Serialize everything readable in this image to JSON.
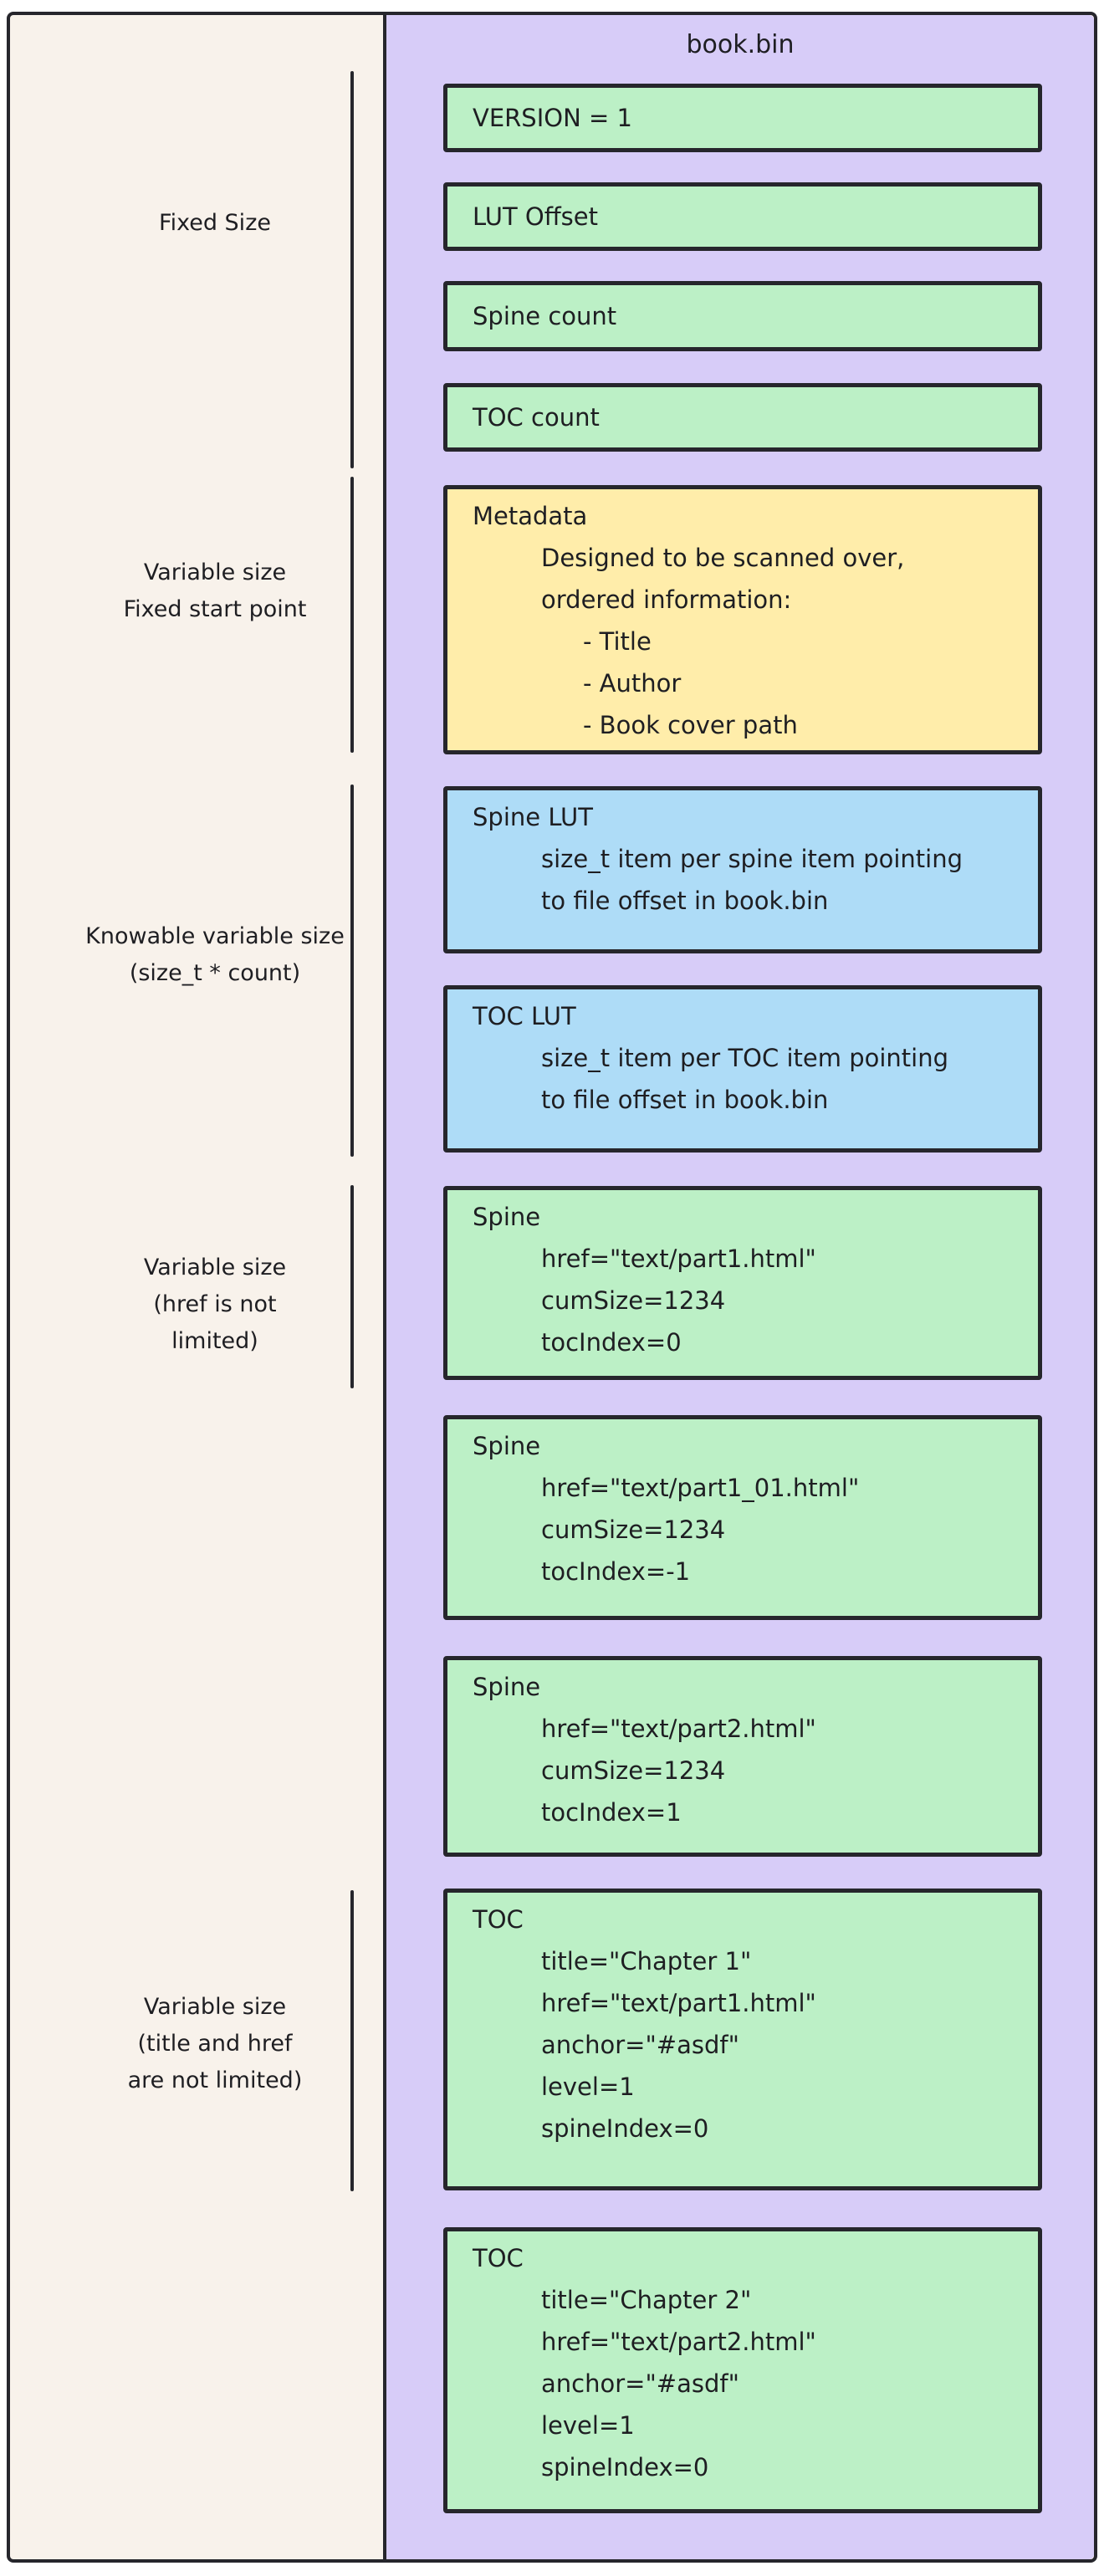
{
  "title": "book.bin",
  "colors": {
    "stroke": "#26262c",
    "text": "#1e1e22",
    "left_panel_bg": "#f8f2eb",
    "right_panel_bg": "#d7ccf8",
    "green": "#bcf0c6",
    "yellow": "#ffedaa",
    "blue": "#aedcf7"
  },
  "left_labels": [
    {
      "id": "fixed-size",
      "lines": [
        "Fixed Size"
      ]
    },
    {
      "id": "var-fixed-start",
      "lines": [
        "Variable size",
        "Fixed start point"
      ]
    },
    {
      "id": "knowable",
      "lines": [
        "Knowable variable size",
        "(size_t * count)"
      ]
    },
    {
      "id": "var-href",
      "lines": [
        "Variable size",
        "(href is not",
        "limited)"
      ]
    },
    {
      "id": "var-title-href",
      "lines": [
        "Variable size",
        "(title and href",
        "are not limited)"
      ]
    }
  ],
  "boxes": [
    {
      "id": "version",
      "color": "green",
      "lines": [
        [
          "VERSION = 1",
          0
        ]
      ]
    },
    {
      "id": "lut-offset",
      "color": "green",
      "lines": [
        [
          "LUT Offset",
          0
        ]
      ]
    },
    {
      "id": "spine-count",
      "color": "green",
      "lines": [
        [
          "Spine count",
          0
        ]
      ]
    },
    {
      "id": "toc-count",
      "color": "green",
      "lines": [
        [
          "TOC count",
          0
        ]
      ]
    },
    {
      "id": "metadata",
      "color": "yellow",
      "lines": [
        [
          "Metadata",
          0
        ],
        [
          "Designed to be scanned over,",
          1
        ],
        [
          "ordered information:",
          1
        ],
        [
          "- Title",
          2
        ],
        [
          "- Author",
          2
        ],
        [
          "- Book cover path",
          2
        ]
      ]
    },
    {
      "id": "spine-lut",
      "color": "blue",
      "lines": [
        [
          "Spine LUT",
          0
        ],
        [
          "size_t item per spine item pointing",
          1
        ],
        [
          "to file offset in book.bin",
          1
        ]
      ]
    },
    {
      "id": "toc-lut",
      "color": "blue",
      "lines": [
        [
          "TOC LUT",
          0
        ],
        [
          "size_t item per TOC item pointing",
          1
        ],
        [
          "to file offset in book.bin",
          1
        ]
      ]
    },
    {
      "id": "spine-1",
      "color": "green",
      "lines": [
        [
          "Spine",
          0
        ],
        [
          "href=\"text/part1.html\"",
          1
        ],
        [
          "cumSize=1234",
          1
        ],
        [
          "tocIndex=0",
          1
        ]
      ]
    },
    {
      "id": "spine-2",
      "color": "green",
      "lines": [
        [
          "Spine",
          0
        ],
        [
          "href=\"text/part1_01.html\"",
          1
        ],
        [
          "cumSize=1234",
          1
        ],
        [
          "tocIndex=-1",
          1
        ]
      ]
    },
    {
      "id": "spine-3",
      "color": "green",
      "lines": [
        [
          "Spine",
          0
        ],
        [
          "href=\"text/part2.html\"",
          1
        ],
        [
          "cumSize=1234",
          1
        ],
        [
          "tocIndex=1",
          1
        ]
      ]
    },
    {
      "id": "toc-1",
      "color": "green",
      "lines": [
        [
          "TOC",
          0
        ],
        [
          "title=\"Chapter 1\"",
          1
        ],
        [
          "href=\"text/part1.html\"",
          1
        ],
        [
          "anchor=\"#asdf\"",
          1
        ],
        [
          "level=1",
          1
        ],
        [
          "spineIndex=0",
          1
        ]
      ]
    },
    {
      "id": "toc-2",
      "color": "green",
      "lines": [
        [
          "TOC",
          0
        ],
        [
          "title=\"Chapter 2\"",
          1
        ],
        [
          "href=\"text/part2.html\"",
          1
        ],
        [
          "anchor=\"#asdf\"",
          1
        ],
        [
          "level=1",
          1
        ],
        [
          "spineIndex=0",
          1
        ]
      ]
    }
  ]
}
